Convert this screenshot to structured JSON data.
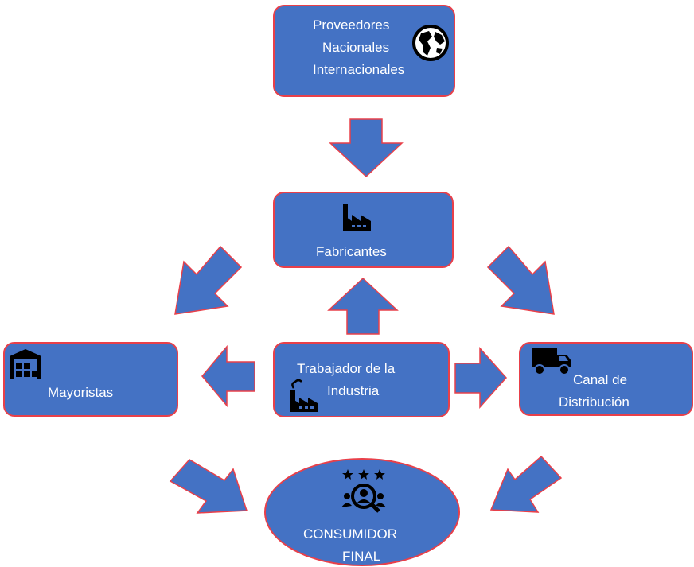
{
  "diagram": {
    "colors": {
      "fill": "#4472c4",
      "border": "#e8404a",
      "text": "#ffffff",
      "icon": "#000000"
    },
    "nodes": {
      "suppliers": {
        "line1": "Proveedores",
        "line2": "Nacionales",
        "line3": "Internacionales",
        "icon": "globe-icon"
      },
      "manufacturers": {
        "label": "Fabricantes",
        "icon": "factory-icon"
      },
      "wholesalers": {
        "label": "Mayoristas",
        "icon": "warehouse-icon"
      },
      "worker": {
        "line1": "Trabajador de la",
        "line2": "Industria",
        "icon": "industry-icon"
      },
      "distribution": {
        "line1": "Canal de",
        "line2": "Distribución",
        "icon": "truck-icon"
      },
      "consumer": {
        "line1": "CONSUMIDOR",
        "line2": "FINAL",
        "icon": "customer-review-icon"
      }
    },
    "edges": [
      {
        "from": "suppliers",
        "to": "manufacturers"
      },
      {
        "from": "manufacturers",
        "to": "wholesalers"
      },
      {
        "from": "manufacturers",
        "to": "distribution"
      },
      {
        "from": "worker",
        "to": "manufacturers"
      },
      {
        "from": "worker",
        "to": "wholesalers"
      },
      {
        "from": "worker",
        "to": "distribution"
      },
      {
        "from": "wholesalers",
        "to": "consumer"
      },
      {
        "from": "distribution",
        "to": "consumer"
      }
    ]
  }
}
